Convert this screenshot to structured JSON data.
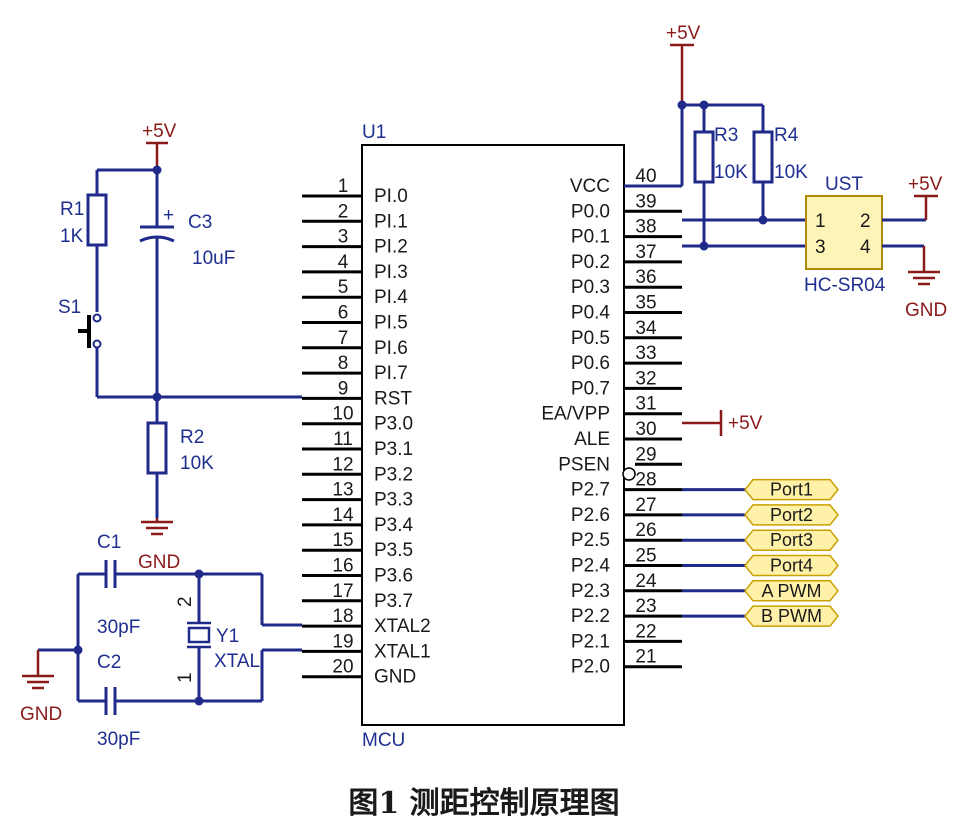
{
  "figure": {
    "caption": "图1  测距控制原理图"
  },
  "mcu": {
    "ref": "U1",
    "name": "MCU",
    "left_pins": [
      {
        "num": "1",
        "name": "PI.0"
      },
      {
        "num": "2",
        "name": "PI.1"
      },
      {
        "num": "3",
        "name": "PI.2"
      },
      {
        "num": "4",
        "name": "PI.3"
      },
      {
        "num": "5",
        "name": "PI.4"
      },
      {
        "num": "6",
        "name": "PI.5"
      },
      {
        "num": "7",
        "name": "PI.6"
      },
      {
        "num": "8",
        "name": "PI.7"
      },
      {
        "num": "9",
        "name": "RST"
      },
      {
        "num": "10",
        "name": "P3.0"
      },
      {
        "num": "11",
        "name": "P3.1"
      },
      {
        "num": "12",
        "name": "P3.2"
      },
      {
        "num": "13",
        "name": "P3.3"
      },
      {
        "num": "14",
        "name": "P3.4"
      },
      {
        "num": "15",
        "name": "P3.5"
      },
      {
        "num": "16",
        "name": "P3.6"
      },
      {
        "num": "17",
        "name": "P3.7"
      },
      {
        "num": "18",
        "name": "XTAL2"
      },
      {
        "num": "19",
        "name": "XTAL1"
      },
      {
        "num": "20",
        "name": "GND"
      }
    ],
    "right_pins": [
      {
        "num": "40",
        "name": "VCC"
      },
      {
        "num": "39",
        "name": "P0.0"
      },
      {
        "num": "38",
        "name": "P0.1"
      },
      {
        "num": "37",
        "name": "P0.2"
      },
      {
        "num": "36",
        "name": "P0.3"
      },
      {
        "num": "35",
        "name": "P0.4"
      },
      {
        "num": "34",
        "name": "P0.5"
      },
      {
        "num": "33",
        "name": "P0.6"
      },
      {
        "num": "32",
        "name": "P0.7"
      },
      {
        "num": "31",
        "name": "EA/VPP"
      },
      {
        "num": "30",
        "name": "ALE"
      },
      {
        "num": "29",
        "name": "PSEN"
      },
      {
        "num": "28",
        "name": "P2.7"
      },
      {
        "num": "27",
        "name": "P2.6"
      },
      {
        "num": "26",
        "name": "P2.5"
      },
      {
        "num": "25",
        "name": "P2.4"
      },
      {
        "num": "24",
        "name": "P2.3"
      },
      {
        "num": "23",
        "name": "P2.2"
      },
      {
        "num": "22",
        "name": "P2.1"
      },
      {
        "num": "21",
        "name": "P2.0"
      }
    ]
  },
  "power": {
    "vcc": "+5V",
    "gnd": "GND"
  },
  "components": {
    "r1": {
      "ref": "R1",
      "value": "1K"
    },
    "r2": {
      "ref": "R2",
      "value": "10K"
    },
    "r3": {
      "ref": "R3",
      "value": "10K"
    },
    "r4": {
      "ref": "R4",
      "value": "10K"
    },
    "c1": {
      "ref": "C1",
      "value": "30pF"
    },
    "c2": {
      "ref": "C2",
      "value": "30pF"
    },
    "c3": {
      "ref": "C3",
      "value": "10uF",
      "polarity": "+"
    },
    "s1": {
      "ref": "S1"
    },
    "y1": {
      "ref": "Y1",
      "value": "XTAL",
      "pin_top": "2",
      "pin_bottom": "1"
    }
  },
  "sensor": {
    "ref": "UST",
    "name": "HC-SR04",
    "pins": [
      "1",
      "2",
      "3",
      "4"
    ]
  },
  "ports": [
    "Port1",
    "Port2",
    "Port3",
    "Port4",
    "A PWM",
    "B PWM"
  ],
  "colors": {
    "wire": "#1f2a8a",
    "power": "#8b1a1a",
    "port_fill": "#fff2a8",
    "port_stroke": "#c9a000",
    "sensor_fill": "#fff4b8"
  }
}
